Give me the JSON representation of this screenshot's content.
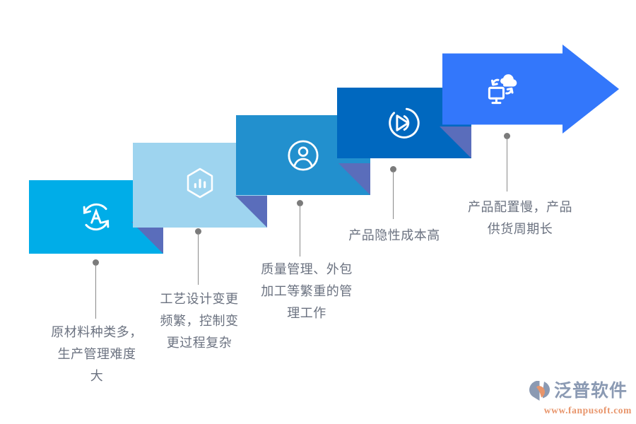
{
  "graphic": {
    "type": "ascending-arrow-process",
    "background_color": "#ffffff",
    "shadow_color": "#5a6dbb",
    "connector_color": "#8a8a8a",
    "caption_color": "#6b7280"
  },
  "steps": [
    {
      "index": "1",
      "icon": "auto-refresh-a-icon",
      "color": "#00ade8",
      "caption": "原材料种类多，\n生产管理难度\n大"
    },
    {
      "index": "2",
      "icon": "hexagon-bar-chart-icon",
      "color": "#9ed4ef",
      "caption": "工艺设计变更\n频繁，控制变\n更过程复杂"
    },
    {
      "index": "3",
      "icon": "user-circle-icon",
      "color": "#2290ce",
      "caption": "质量管理、外包\n加工等繁重的管\n理工作"
    },
    {
      "index": "4",
      "icon": "fast-forward-circle-icon",
      "color": "#0068bf",
      "caption": "产品隐性成本高"
    },
    {
      "index": "5",
      "icon": "cloud-monitor-sync-icon",
      "color": "#3377fb",
      "caption": "产品配置慢，产品\n供货周期长"
    }
  ],
  "logo": {
    "name": "泛普软件",
    "url": "www.fanpusoft.com",
    "mark": "fanpu-logo-icon",
    "name_color": "#8b9ab3",
    "url_color": "#e8956b"
  }
}
